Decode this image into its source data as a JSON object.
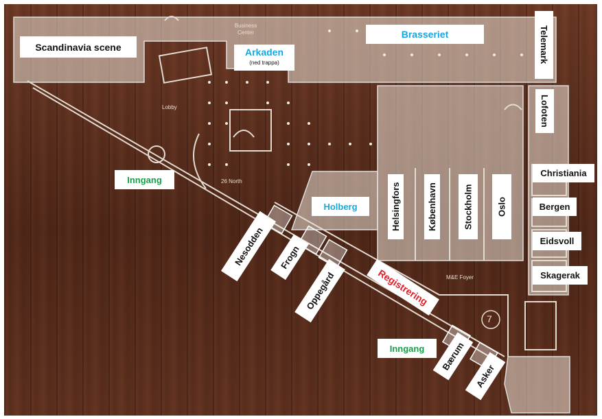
{
  "rooms": {
    "scandinavia_scene": "Scandinavia scene",
    "arkaden": "Arkaden",
    "arkaden_note": "(ned trappa)",
    "brasseriet": "Brasseriet",
    "telemark": "Telemark",
    "lofoten": "Lofoten",
    "christiania": "Christiania",
    "bergen": "Bergen",
    "eidsvoll": "Eidsvoll",
    "skagerak": "Skagerak",
    "holberg": "Holberg",
    "helsingfors": "Helsingfors",
    "kobenhavn": "København",
    "stockholm": "Stockholm",
    "oslo": "Oslo",
    "nesodden": "Nesodden",
    "frogn": "Frogn",
    "oppegard": "Oppegård",
    "barum": "Bærum",
    "asker": "Asker"
  },
  "markers": {
    "registrering": "Registrering",
    "inngang_west": "Inngang",
    "inngang_south": "Inngang"
  },
  "plan_labels": {
    "business_center": "Business Center",
    "lobby": "Lobby",
    "north": "26 North",
    "foyer": "M&E Foyer",
    "elevator_number": "7"
  },
  "colors": {
    "floor": "#5a2d1c",
    "highlight_blue": "#14a8e0",
    "entrance_green": "#1a9e4a",
    "registration_red": "#e0202a"
  }
}
